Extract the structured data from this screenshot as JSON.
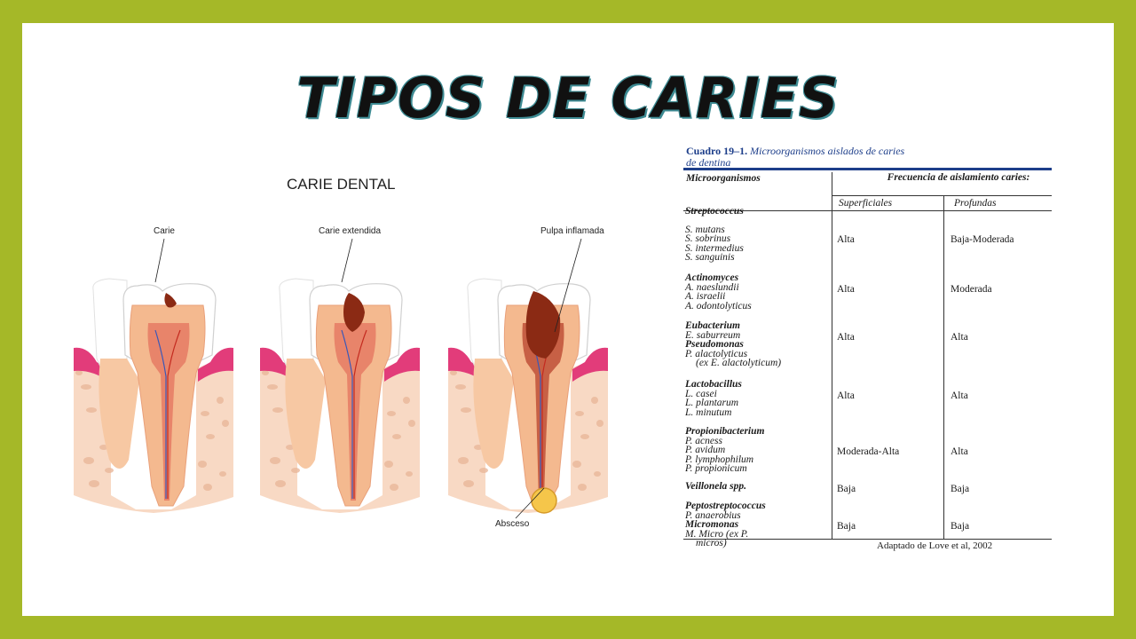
{
  "slide": {
    "title": "TIPOS DE CARIES",
    "subtitle": "CARIE DENTAL"
  },
  "colors": {
    "border": "#a5b828",
    "enamel": "#ffffff",
    "dentin": "#f4b98f",
    "pulp": "#e8846a",
    "gum": "#e23c7a",
    "bone": "#f8d9c4",
    "caries": "#8b2a14",
    "abscess": "#f5c64a",
    "table_accent": "#1d3e8a"
  },
  "diagrams": [
    {
      "label": "Carie",
      "stage": 1
    },
    {
      "label": "Carie extendida",
      "stage": 2
    },
    {
      "label": "Pulpa inflamada",
      "stage": 3,
      "extra_label": "Absceso"
    }
  ],
  "table": {
    "caption_number": "Cuadro 19–1.",
    "caption_text": "Microorganismos aislados de caries",
    "caption_line2": "de dentina",
    "col_header_1": "Microorganismos",
    "col_header_2": "Frecuencia de aislamiento caries:",
    "subheaders": [
      "Superficiales",
      "Profundas"
    ],
    "groups": [
      {
        "genus": "Streptococcus",
        "species": [
          "",
          "S. mutans",
          "S. sobrinus",
          "S. intermedius",
          "S. sanguinis"
        ],
        "superficiales": "Alta",
        "profundas": "Baja-Moderada"
      },
      {
        "genus": "Actinomyces",
        "species": [
          "A. naeslundii",
          "A. israelii",
          "A. odontolyticus"
        ],
        "superficiales": "Alta",
        "profundas": "Moderada"
      },
      {
        "genus": "Eubacterium",
        "species": [
          "E. saburreum",
          "Pseudomonas",
          "P. alactolyticus",
          "(ex E. alactolyticum)"
        ],
        "superficiales": "Alta",
        "profundas": "Alta"
      },
      {
        "genus": "Lactobacillus",
        "species": [
          "L. casei",
          "L. plantarum",
          "L. minutum"
        ],
        "superficiales": "Alta",
        "profundas": "Alta"
      },
      {
        "genus": "Propionibacterium",
        "species": [
          "P. acness",
          "P. avidum",
          "P. lymphophilum",
          "P. propionicum"
        ],
        "superficiales": "Moderada-Alta",
        "profundas": "Alta"
      },
      {
        "genus": "Veillonela spp.",
        "species": [],
        "superficiales": "Baja",
        "profundas": "Baja"
      },
      {
        "genus": "Peptostreptococcus",
        "species": [
          "P. anaerobius",
          "Micromonas",
          "M. Micro (ex P.",
          "micros)"
        ],
        "superficiales": "Baja",
        "profundas": "Baja"
      }
    ],
    "source": "Adaptado de Love et al, 2002"
  }
}
